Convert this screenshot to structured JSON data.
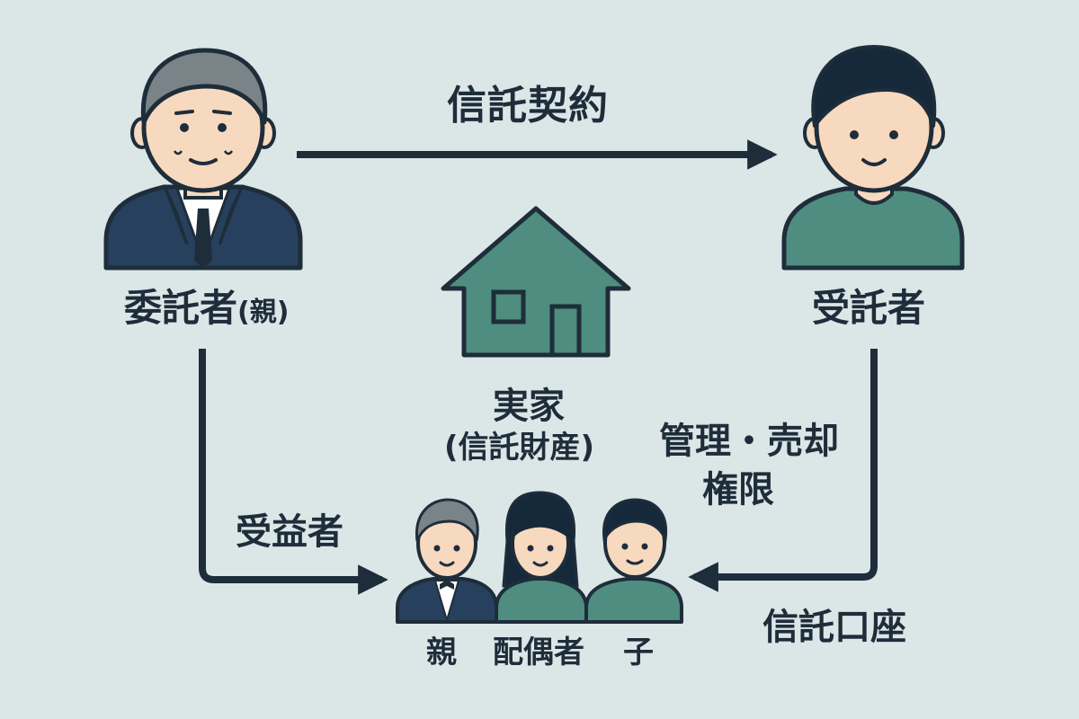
{
  "diagram": {
    "trust_contract_label": "信託契約",
    "settlor": {
      "label": "委託者",
      "note": "(親)"
    },
    "trustee": {
      "label": "受託者"
    },
    "trust_property": {
      "line1": "実家",
      "line2": "(信託財産)"
    },
    "trustee_authority": {
      "line1": "管理・売却",
      "line2": "権限"
    },
    "beneficiary_label": "受益者",
    "trust_account_label": "信託口座",
    "beneficiaries": {
      "parent": "親",
      "spouse": "配偶者",
      "child": "子"
    }
  },
  "colors": {
    "background": "#dbe6e7",
    "ink": "#1e2d3a",
    "suit": "#27405e",
    "teal": "#4e8d7f",
    "skin": "#f7d9bf",
    "gray_hair": "#7a8488",
    "dark_hair": "#16293a"
  }
}
